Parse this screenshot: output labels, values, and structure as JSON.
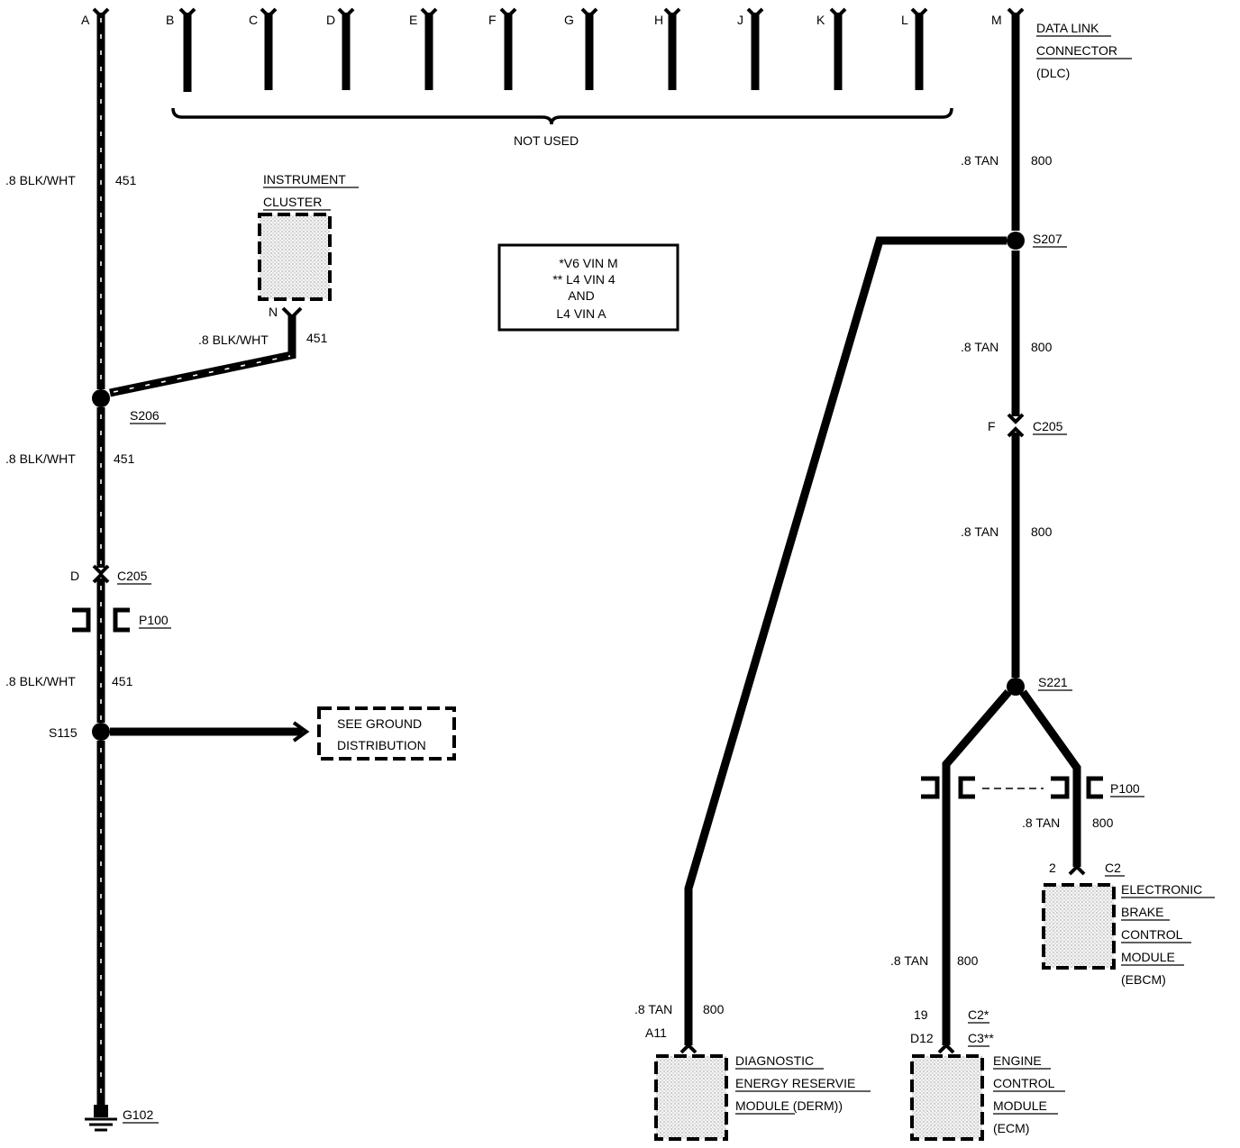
{
  "dlc": {
    "pins": [
      "A",
      "B",
      "C",
      "D",
      "E",
      "F",
      "G",
      "H",
      "J",
      "K",
      "L",
      "M"
    ],
    "title_line1": "DATA LINK",
    "title_line2": "CONNECTOR",
    "title_line3": "(DLC)",
    "not_used": "NOT USED"
  },
  "note": {
    "line1": "*V6 VIN M",
    "line2": "** L4 VIN 4",
    "line3": "AND",
    "line4": "L4 VIN A"
  },
  "left_circuit": {
    "wire_label_1": ".8 BLK/WHT",
    "circuit_1": "451",
    "wire_label_2": ".8 BLK/WHT",
    "circuit_2": "451",
    "wire_label_3": ".8 BLK/WHT",
    "circuit_3": "451",
    "branch_wire_label": ".8 BLK/WHT",
    "branch_circuit": "451",
    "splice_s206": "S206",
    "connector_c205": "C205",
    "c205_pin": "D",
    "connector_p100": "P100",
    "splice_s115": "S115",
    "ground_g102": "G102",
    "ground_ref_line1": "SEE GROUND",
    "ground_ref_line2": "DISTRIBUTION"
  },
  "instrument_cluster": {
    "line1": "INSTRUMENT",
    "line2": "CLUSTER",
    "pin": "N"
  },
  "right_circuit": {
    "wire_label_1": ".8 TAN",
    "circuit_1": "800",
    "splice_s207": "S207",
    "wire_label_2": ".8 TAN",
    "circuit_2": "800",
    "c205_pin": "F",
    "connector_c205": "C205",
    "wire_label_3": ".8 TAN",
    "circuit_3": "800",
    "splice_s221": "S221",
    "connector_p100": "P100",
    "ebcm_wire_label": ".8 TAN",
    "ebcm_circuit": "800",
    "ecm_wire_label": ".8 TAN",
    "ecm_circuit": "800",
    "derm_wire_label": ".8 TAN",
    "derm_circuit": "800"
  },
  "ebcm": {
    "pin": "2",
    "connector": "C2",
    "line1": "ELECTRONIC",
    "line2": "BRAKE",
    "line3": "CONTROL",
    "line4": "MODULE",
    "line5": "(EBCM)"
  },
  "ecm": {
    "pin_v6": "19",
    "pin_l4": "D12",
    "connector_v6": "C2*",
    "connector_l4": "C3**",
    "line1": "ENGINE",
    "line2": "CONTROL",
    "line3": "MODULE",
    "line4": "(ECM)"
  },
  "derm": {
    "pin": "A11",
    "line1": "DIAGNOSTIC",
    "line2": "ENERGY RESERVIE",
    "line3": "MODULE (DERM))"
  }
}
